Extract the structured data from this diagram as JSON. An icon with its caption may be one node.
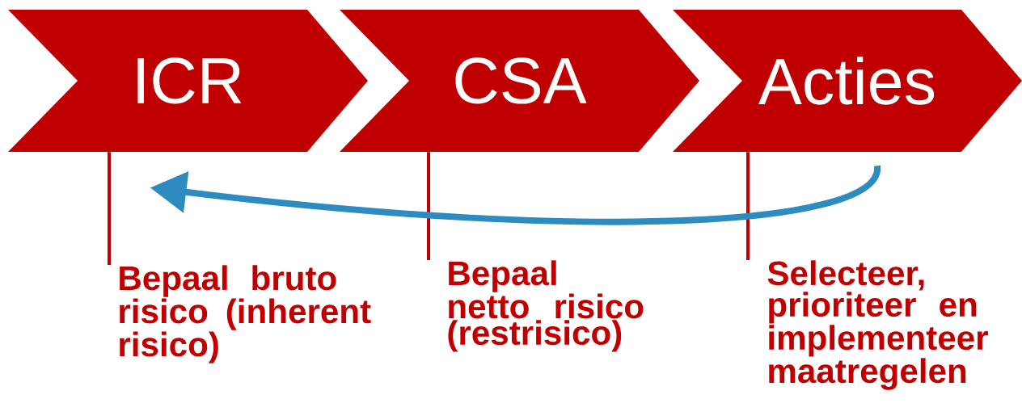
{
  "diagram": {
    "nodes": [
      {
        "text": [
          "ICR"
        ]
      },
      {
        "text": [
          "CSA"
        ]
      },
      {
        "text": [
          "Acties"
        ]
      },
      {
        "text": [
          "Bepaal bruto risico (inherent risico)"
        ]
      },
      {
        "text": [
          "Bepaal netto risico (restrisico)"
        ]
      },
      {
        "text": [
          "Selecteer, prioriteer en implementeer maatregelen"
        ]
      }
    ],
    "edges": [
      {
        "from": 0,
        "to": 3,
        "arrow": "none"
      },
      {
        "from": 1,
        "to": 4,
        "arrow": "none"
      },
      {
        "from": 2,
        "to": 5,
        "arrow": "none"
      },
      {
        "from": 2,
        "to": 0,
        "arrow": "to",
        "style": "thick",
        "color": "#2e8bc0"
      }
    ]
  }
}
